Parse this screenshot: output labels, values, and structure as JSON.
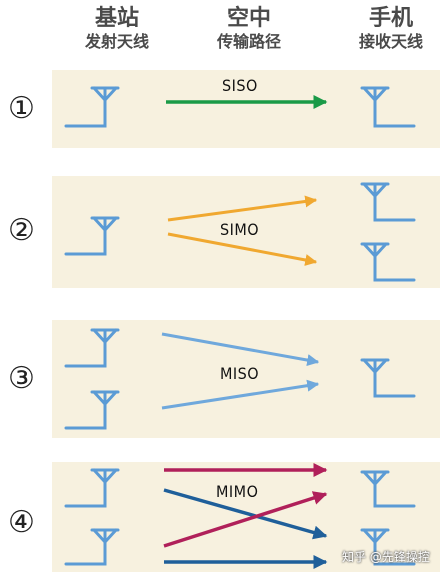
{
  "headers": {
    "base_station": {
      "main": "基站",
      "sub": "发射天线"
    },
    "air": {
      "main": "空中",
      "sub": "传输路径"
    },
    "phone": {
      "main": "手机",
      "sub": "接收天线"
    }
  },
  "rows": [
    {
      "number": "①",
      "label": "SISO"
    },
    {
      "number": "②",
      "label": "SIMO"
    },
    {
      "number": "③",
      "label": "MISO"
    },
    {
      "number": "④",
      "label": "MIMO"
    }
  ],
  "colors": {
    "antenna": "#5b9bd5",
    "siso_arrow": "#1a9a47",
    "simo_arrow": "#f0a830",
    "miso_arrow": "#6fa8dc",
    "mimo_magenta": "#b0205a",
    "mimo_blue": "#1f5f9a",
    "panel": "#f7f1df"
  },
  "watermark": "知乎 @先锋操控"
}
